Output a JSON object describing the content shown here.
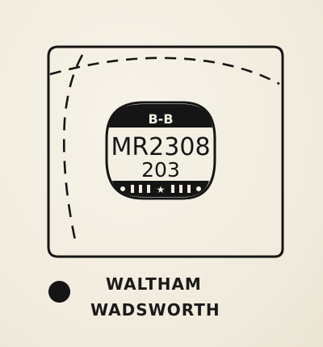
{
  "seal": {
    "top_letters": "B-B",
    "code": "MR2308",
    "number": "203"
  },
  "caption": {
    "line1": "WALTHAM",
    "line2": "WADSWORTH"
  },
  "icons": {
    "bullet": "black-dot-icon",
    "stamp": "movement-marking-seal-icon"
  },
  "colors": {
    "paper": "#f4efe3",
    "ink": "#151515"
  }
}
